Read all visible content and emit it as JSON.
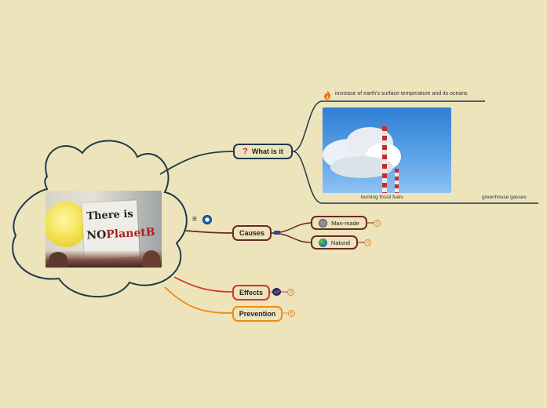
{
  "central": {
    "image_name": "protest-photo",
    "sign_line1": "There is",
    "sign_line2_no": "NO",
    "sign_line2_planet": "Planet",
    "sign_line2_b": "B"
  },
  "central_icons": {
    "list": "≡"
  },
  "topics": {
    "what_is_it": {
      "label": "What is it",
      "icon": "question-mark-icon",
      "details": {
        "increase": "increase of earth's surface temperature and its oceans",
        "fossil_caption": "burning fossil fuels",
        "gasses": "greenhouse gasses"
      }
    },
    "causes": {
      "label": "Causes",
      "children": [
        {
          "label": "Man-made",
          "badge": "3"
        },
        {
          "label": "Natural",
          "badge": "4"
        }
      ]
    },
    "effects": {
      "label": "Effects",
      "badge": "5"
    },
    "prevention": {
      "label": "Prevention",
      "badge": "6"
    }
  },
  "colors": {
    "background": "#EDE4BC",
    "outline_dark": "#1F3A4A",
    "causes": "#6B2A24",
    "effects": "#D8342B",
    "prevention": "#F08A0E",
    "badge": "#D58A3A",
    "sky": "#2F7FD4"
  }
}
